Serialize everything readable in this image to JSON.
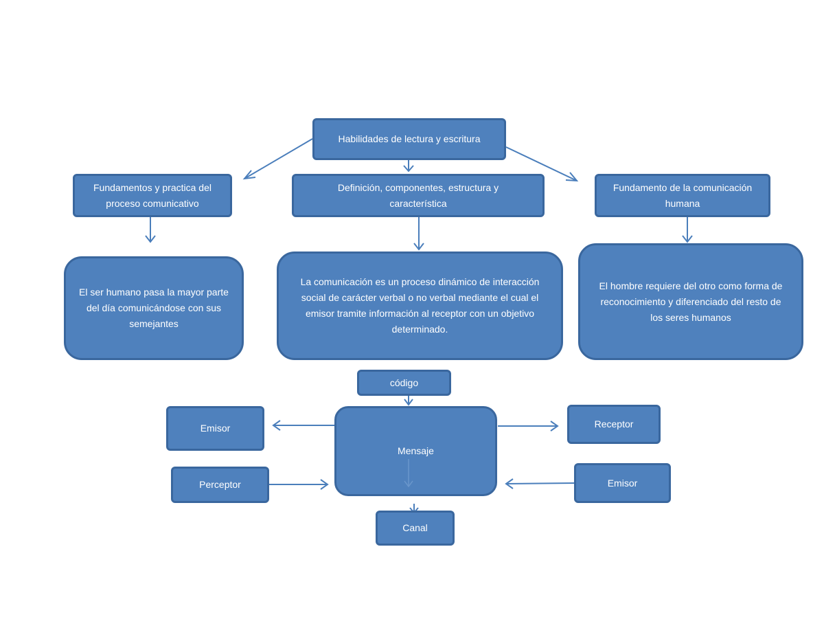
{
  "diagram": {
    "root": "Habilidades de lectura y escritura",
    "branches": [
      {
        "title": "Fundamentos y practica del proceso comunicativo",
        "detail": "El ser humano pasa la mayor parte del día comunicándose con sus semejantes"
      },
      {
        "title": "Definición, componentes, estructura y característica",
        "detail": "La comunicación es un proceso dinámico de interacción social de carácter verbal o no verbal mediante el cual el emisor tramite información al receptor con un objetivo determinado."
      },
      {
        "title": "Fundamento de la comunicación humana",
        "detail": "El hombre requiere del otro como forma de reconocimiento y diferenciado del resto de los seres humanos"
      }
    ],
    "process": {
      "code": "código",
      "message": "Mensaje",
      "sender_left": "Emisor",
      "perceiver": "Perceptor",
      "receiver": "Receptor",
      "sender_right": "Emisor",
      "channel": "Canal"
    }
  },
  "colors": {
    "box_fill": "#4f81bd",
    "box_border": "#3a679e",
    "arrow": "#4a7ebb",
    "text": "#ffffff"
  }
}
